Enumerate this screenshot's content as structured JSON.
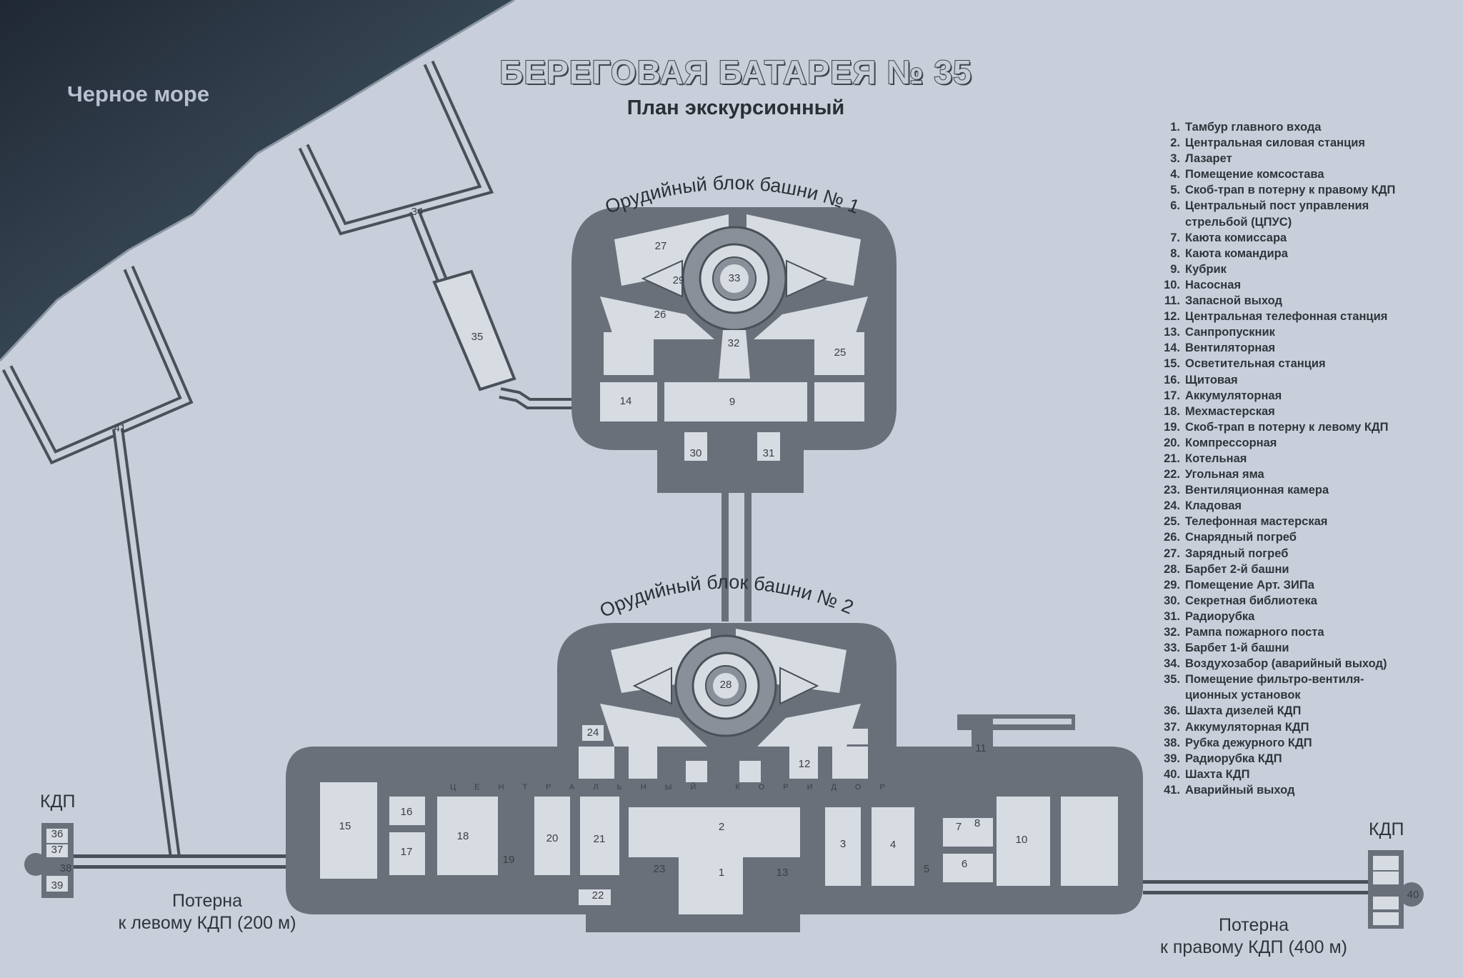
{
  "header": {
    "title": "БЕРЕГОВАЯ БАТАРЕЯ № 35",
    "subtitle": "План экскурсионный"
  },
  "sea_label": "Черное море",
  "blocks": {
    "tower1": "Орудийный блок башни № 1",
    "tower2": "Орудийный блок башни № 2"
  },
  "corridor_label": "ЦЕНТРАЛЬНЫЙ КОРИДОР",
  "tunnel_label": "ПОТЕРНА",
  "kdp_left": "КДП",
  "kdp_right": "КДП",
  "potern_left": {
    "line1": "Потерна",
    "line2": "к левому КДП (200 м)"
  },
  "potern_right": {
    "line1": "Потерна",
    "line2": "к правому КДП (400 м)"
  },
  "legend": [
    {
      "num": "1.",
      "text": "Тамбур главного входа"
    },
    {
      "num": "2.",
      "text": "Центральная силовая станция"
    },
    {
      "num": "3.",
      "text": "Лазарет"
    },
    {
      "num": "4.",
      "text": "Помещение комсостава"
    },
    {
      "num": "5.",
      "text": "Скоб-трап в потерну к правому КДП"
    },
    {
      "num": "6.",
      "text": "Центральный пост управления"
    },
    {
      "num": "",
      "text": "стрельбой (ЦПУС)"
    },
    {
      "num": "7.",
      "text": "Каюта комиссара"
    },
    {
      "num": "8.",
      "text": "Каюта командира"
    },
    {
      "num": "9.",
      "text": "Кубрик"
    },
    {
      "num": "10.",
      "text": "Насосная"
    },
    {
      "num": "11.",
      "text": "Запасной выход"
    },
    {
      "num": "12.",
      "text": "Центральная телефонная станция"
    },
    {
      "num": "13.",
      "text": "Санпропускник"
    },
    {
      "num": "14.",
      "text": "Вентиляторная"
    },
    {
      "num": "15.",
      "text": "Осветительная станция"
    },
    {
      "num": "16.",
      "text": "Щитовая"
    },
    {
      "num": "17.",
      "text": "Аккумуляторная"
    },
    {
      "num": "18.",
      "text": "Мехмастерская"
    },
    {
      "num": "19.",
      "text": "Скоб-трап в потерну к левому КДП"
    },
    {
      "num": "20.",
      "text": "Компрессорная"
    },
    {
      "num": "21.",
      "text": "Котельная"
    },
    {
      "num": "22.",
      "text": "Угольная яма"
    },
    {
      "num": "23.",
      "text": "Вентиляционная камера"
    },
    {
      "num": "24.",
      "text": "Кладовая"
    },
    {
      "num": "25.",
      "text": "Телефонная мастерская"
    },
    {
      "num": "26.",
      "text": "Снарядный погреб"
    },
    {
      "num": "27.",
      "text": "Зарядный погреб"
    },
    {
      "num": "28.",
      "text": "Барбет 2-й башни"
    },
    {
      "num": "29.",
      "text": "Помещение Арт. ЗИПа"
    },
    {
      "num": "30.",
      "text": "Секретная библиотека"
    },
    {
      "num": "31.",
      "text": "Радиорубка"
    },
    {
      "num": "32.",
      "text": "Рампа пожарного поста"
    },
    {
      "num": "33.",
      "text": "Барбет 1-й башни"
    },
    {
      "num": "34.",
      "text": "Воздухозабор (аварийный выход)"
    },
    {
      "num": "35.",
      "text": "Помещение фильтро-вентиля-"
    },
    {
      "num": "",
      "text": "ционных установок"
    },
    {
      "num": "36.",
      "text": "Шахта дизелей КДП"
    },
    {
      "num": "37.",
      "text": "Аккумуляторная КДП"
    },
    {
      "num": "38.",
      "text": "Рубка дежурного КДП"
    },
    {
      "num": "39.",
      "text": "Радиорубка КДП"
    },
    {
      "num": "40.",
      "text": "Шахта КДП"
    },
    {
      "num": "41.",
      "text": "Аварийный выход"
    }
  ],
  "rooms": {
    "r1": "1",
    "r2": "2",
    "r3": "3",
    "r4": "4",
    "r5": "5",
    "r6": "6",
    "r7": "7",
    "r8": "8",
    "r9": "9",
    "r10": "10",
    "r11": "11",
    "r12": "12",
    "r13": "13",
    "r14": "14",
    "r15": "15",
    "r16": "16",
    "r17": "17",
    "r18": "18",
    "r19": "19",
    "r20": "20",
    "r21": "21",
    "r22": "22",
    "r23": "23",
    "r24": "24",
    "r25": "25",
    "r26": "26",
    "r27": "27",
    "r28": "28",
    "r29": "29",
    "r30": "30",
    "r31": "31",
    "r32": "32",
    "r33": "33",
    "r34": "34",
    "r35": "35",
    "r36": "36",
    "r37": "37",
    "r38": "38",
    "r39": "39",
    "r40": "40",
    "r41": "41"
  },
  "colors": {
    "background": "#c9cfda",
    "sea": "#2f3d4a",
    "structure": "#6a707a",
    "room": "#d7dbe2",
    "text": "#30343b"
  }
}
